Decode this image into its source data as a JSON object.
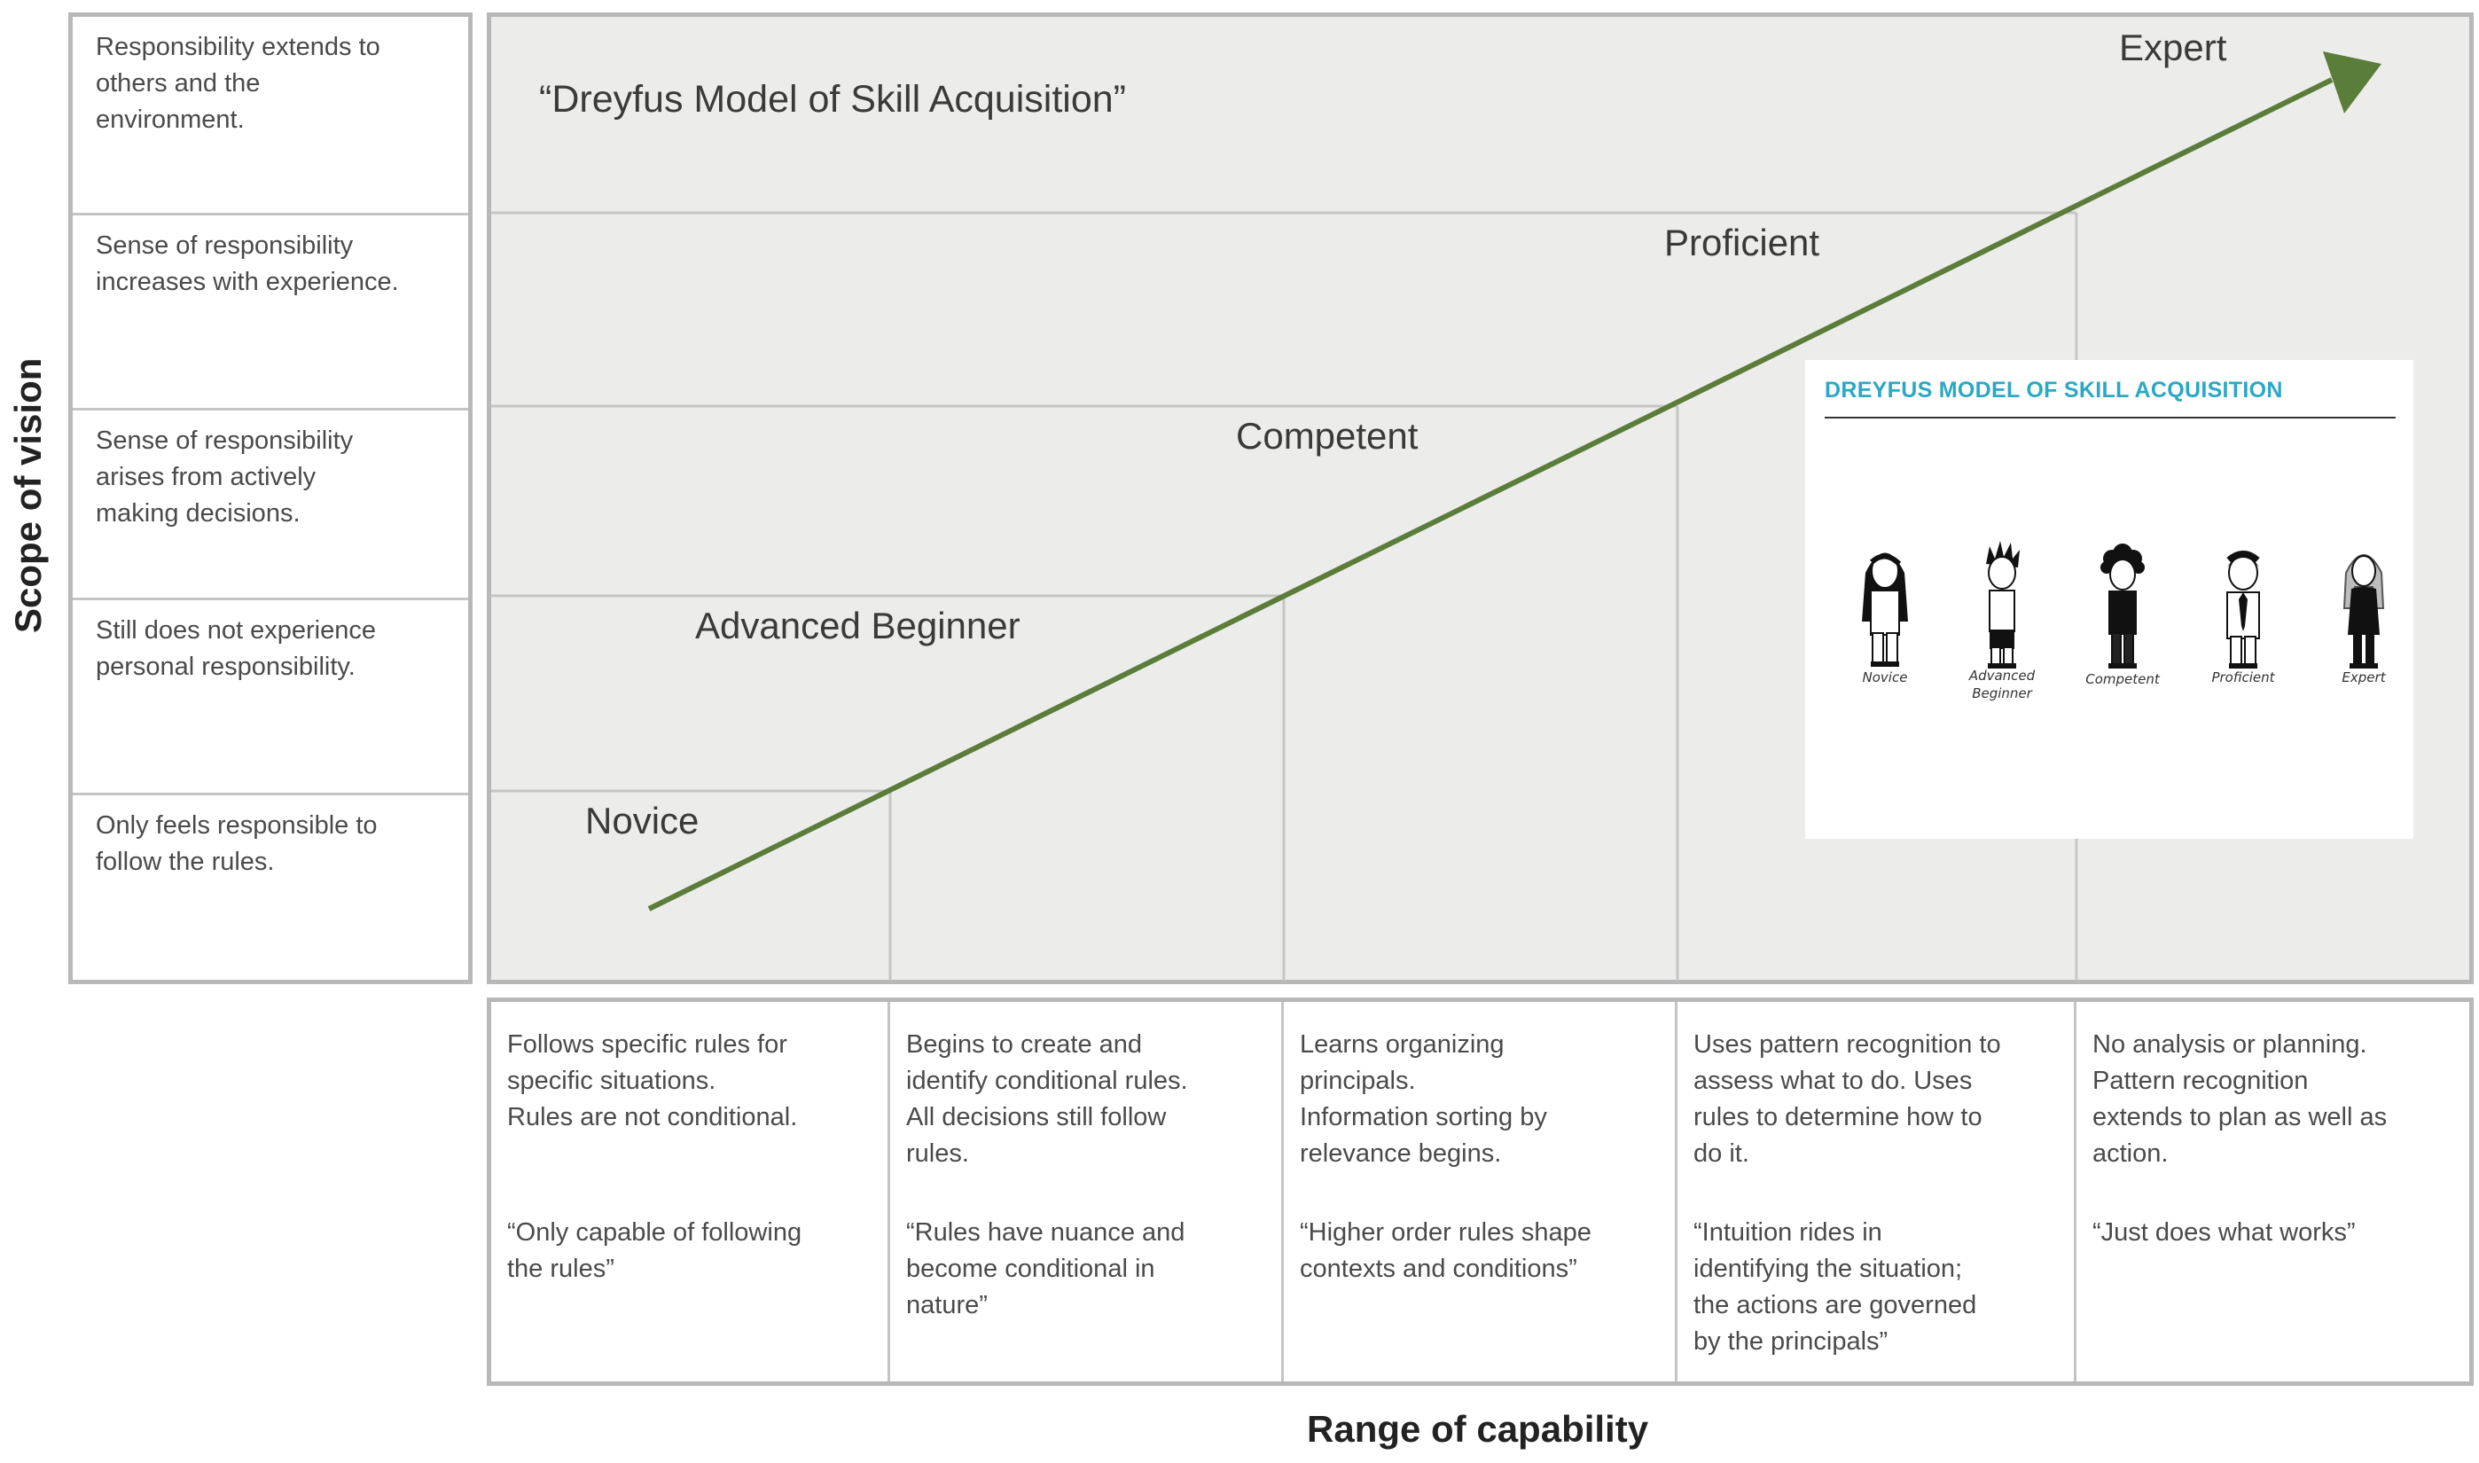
{
  "diagram": {
    "title": "“Dreyfus Model of Skill Acquisition”",
    "x_axis_label": "Range of capability",
    "y_axis_label": "Scope of vision",
    "accent_color": "#5a7d3a",
    "stages": [
      {
        "name": "Novice"
      },
      {
        "name": "Advanced Beginner"
      },
      {
        "name": "Competent"
      },
      {
        "name": "Proficient"
      },
      {
        "name": "Expert"
      }
    ],
    "responsibility": [
      "Responsibility extends to\nothers and the\nenvironment.",
      "Sense of responsibility\nincreases with experience.",
      "Sense of responsibility\narises from actively\nmaking decisions.",
      "Still does not experience\npersonal responsibility.",
      "Only feels responsible to\nfollow the rules."
    ],
    "descriptions": [
      {
        "text": "Follows specific rules for\nspecific situations.\nRules are not conditional.",
        "quote": "“Only capable of following\nthe rules”"
      },
      {
        "text": "Begins to create and\nidentify conditional rules.\nAll decisions still follow\nrules.",
        "quote": "“Rules have nuance and\nbecome conditional in\nnature”"
      },
      {
        "text": "Learns organizing\nprincipals.\nInformation sorting by\nrelevance begins.",
        "quote": "“Higher order rules shape\ncontexts and conditions”"
      },
      {
        "text": "Uses pattern recognition to\nassess what to do. Uses\nrules to determine how to\ndo it.",
        "quote": "“Intuition rides in\nidentifying the situation;\nthe actions are governed\nby the principals”"
      },
      {
        "text": "No analysis or planning.\nPattern recognition\nextends to plan as well as\naction.",
        "quote": "“Just does what works”"
      }
    ]
  },
  "inset": {
    "title": "DREYFUS MODEL OF SKILL ACQUISITION",
    "title_color": "#2aa8c4",
    "figures": [
      {
        "caption": "Novice",
        "icon": "novice-figure-icon"
      },
      {
        "caption": "Advanced\nBeginner",
        "icon": "advanced-beginner-figure-icon"
      },
      {
        "caption": "Competent",
        "icon": "competent-figure-icon"
      },
      {
        "caption": "Proficient",
        "icon": "proficient-figure-icon"
      },
      {
        "caption": "Expert",
        "icon": "expert-figure-icon"
      }
    ]
  }
}
